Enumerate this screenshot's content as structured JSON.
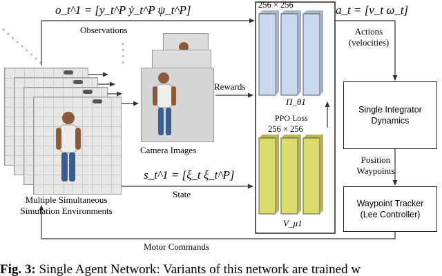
{
  "observation": {
    "formula": "o_t^1 = [y_t^P  ẏ_t^P  ψ_t^P]",
    "label": "Observations"
  },
  "camera": {
    "label": "Camera Images"
  },
  "rewards": {
    "label": "Rewards"
  },
  "state": {
    "formula": "s_t^1 = [ξ_t  ξ_t^P]",
    "label": "State"
  },
  "environments": {
    "label_line1": "Multiple Simultaneous",
    "label_line2": "Simulation Environments"
  },
  "policy_net": {
    "size": "256 × 256",
    "symbol": "Π_θ1"
  },
  "value_net": {
    "size": "256 × 256",
    "symbol": "V_μ1"
  },
  "ppo": {
    "label": "PPO Loss"
  },
  "action": {
    "formula": "a_t = [v_t  ω_t]",
    "label_line1": "Actions",
    "label_line2": "(velocities)"
  },
  "dynamics": {
    "line1": "Single Integrator",
    "line2": "Dynamics"
  },
  "position": {
    "line1": "Position",
    "line2": "Waypoints"
  },
  "tracker": {
    "line1": "Waypoint Tracker",
    "line2": "(Lee Controller)"
  },
  "motor": {
    "label": "Motor Commands"
  },
  "caption": {
    "prefix": "Fig. 3:",
    "text": " Single Agent Network: Variants of this network are trained w"
  },
  "colors": {
    "policy_layer": "#c9d9f2",
    "value_layer": "#dcdc6e",
    "line": "#333333"
  }
}
